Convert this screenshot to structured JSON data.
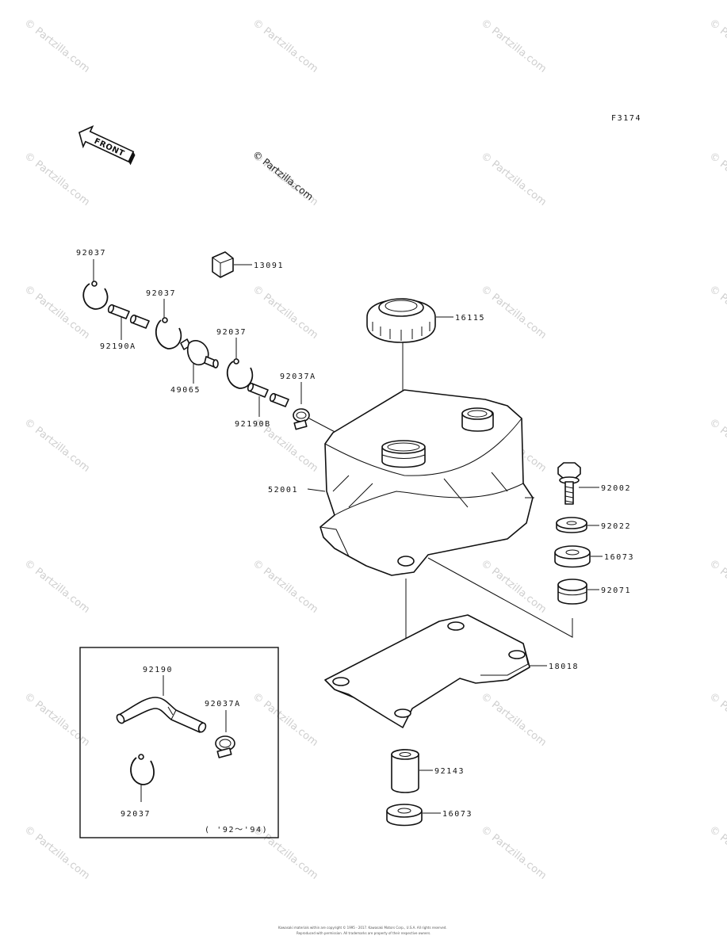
{
  "figure_code": "F3174",
  "front_arrow_label": "FRONT",
  "copyright_stamp": "© Partzilla.com",
  "watermark_text": "© Partzilla.com",
  "footer_lines": [
    "Kawasaki materials within are copyright © 1995 - 2017. Kawasaki Motors Corp., U.S.A. All rights reserved.",
    "Reproduced with permission. All trademarks are property of their respective owners."
  ],
  "parts": {
    "p13091": "13091",
    "p92037_a": "92037",
    "p92037_b": "92037",
    "p92037_c": "92037",
    "p92190A": "92190A",
    "p49065": "49065",
    "p92037A": "92037A",
    "p92190B": "92190B",
    "p16115": "16115",
    "p52001": "52001",
    "p92002": "92002",
    "p92022": "92022",
    "p16073_a": "16073",
    "p92071": "92071",
    "p18018": "18018",
    "p92143": "92143",
    "p16073_b": "16073"
  },
  "inset": {
    "p92190": "92190",
    "p92037A": "92037A",
    "p92037": "92037",
    "years": "( '92～'94)"
  }
}
